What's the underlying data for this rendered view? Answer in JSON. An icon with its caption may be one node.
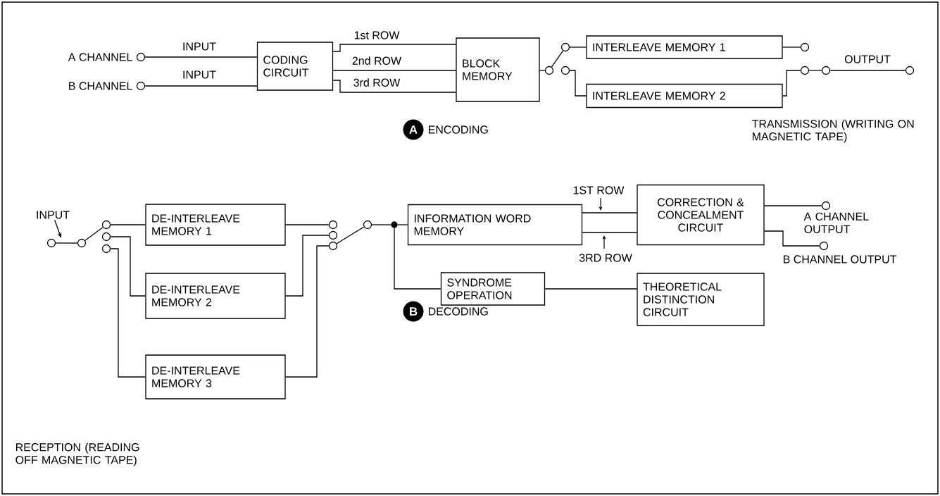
{
  "diagram": {
    "nodes": [
      {
        "text": [],
        "shape": "circle",
        "beside": [
          "A CHANNEL"
        ]
      },
      {
        "text": [],
        "shape": "circle",
        "beside": [
          "B CHANNEL"
        ]
      },
      {
        "text": [
          "CODING CIRCUIT"
        ]
      },
      {
        "text": [
          "BLOCK MEMORY"
        ]
      },
      {
        "text": [],
        "shape": "circle"
      },
      {
        "text": [],
        "shape": "circle"
      },
      {
        "text": [],
        "shape": "circle"
      },
      {
        "text": [
          "INTERLEAVE MEMORY 1"
        ]
      },
      {
        "text": [
          "INTERLEAVE MEMORY 2"
        ]
      },
      {
        "text": [],
        "shape": "circle"
      },
      {
        "text": [],
        "shape": "circle"
      },
      {
        "text": [],
        "shape": "circle"
      },
      {
        "text": [],
        "shape": "circle"
      },
      {
        "text": [
          "INPUT"
        ]
      },
      {
        "text": [],
        "shape": "circle"
      },
      {
        "text": [],
        "shape": "circle"
      },
      {
        "text": [],
        "shape": "circle"
      },
      {
        "text": [],
        "shape": "circle"
      },
      {
        "text": [],
        "shape": "circle"
      },
      {
        "text": [
          "DE-INTERLEAVE MEMORY 1"
        ]
      },
      {
        "text": [
          "DE-INTERLEAVE MEMORY 2"
        ]
      },
      {
        "text": [
          "DE-INTERLEAVE MEMORY 3"
        ]
      },
      {
        "text": [],
        "shape": "circle"
      },
      {
        "text": [],
        "shape": "circle"
      },
      {
        "text": [],
        "shape": "circle"
      },
      {
        "text": [],
        "shape": "circle"
      },
      {
        "text": [],
        "shape": "dot"
      },
      {
        "text": [
          "INFORMATION WORD MEMORY"
        ]
      },
      {
        "text": [
          "CORRECTION & CONCEALMENT CIRCUIT"
        ]
      },
      {
        "text": [],
        "shape": "circle",
        "beside": [
          "A CHANNEL OUTPUT"
        ]
      },
      {
        "text": [],
        "shape": "circle",
        "beside": [
          "B CHANNEL OUTPUT"
        ]
      },
      {
        "text": [
          "SYNDROME OPERATION"
        ]
      },
      {
        "text": [
          "THEORETICAL DISTINCTION CIRCUIT"
        ]
      }
    ],
    "edges": [
      {
        "from": 0,
        "to": 2,
        "arrow": "none",
        "label": "INPUT"
      },
      {
        "from": 1,
        "to": 2,
        "arrow": "none",
        "label": "INPUT"
      },
      {
        "from": 2,
        "to": 3,
        "arrow": "none",
        "label": "1st ROW"
      },
      {
        "from": 2,
        "to": 3,
        "arrow": "none",
        "label": "2nd ROW"
      },
      {
        "from": 2,
        "to": 3,
        "arrow": "none",
        "label": "3rd ROW"
      },
      {
        "from": 3,
        "to": 4,
        "arrow": "none"
      },
      {
        "from": 4,
        "to": 5,
        "arrow": "none"
      },
      {
        "from": 5,
        "to": 7,
        "arrow": "none"
      },
      {
        "from": 6,
        "to": 8,
        "arrow": "none"
      },
      {
        "from": 7,
        "to": 9,
        "arrow": "none"
      },
      {
        "from": 8,
        "to": 10,
        "arrow": "none"
      },
      {
        "from": 10,
        "to": 11,
        "arrow": "none"
      },
      {
        "from": 11,
        "to": 12,
        "arrow": "none",
        "label": "OUTPUT"
      },
      {
        "from": 13,
        "to": null,
        "arrow": "to"
      },
      {
        "from": 14,
        "to": 15,
        "arrow": "none"
      },
      {
        "from": 15,
        "to": 16,
        "arrow": "none"
      },
      {
        "from": 16,
        "to": 19,
        "arrow": "none"
      },
      {
        "from": 17,
        "to": 20,
        "arrow": "none"
      },
      {
        "from": 18,
        "to": 21,
        "arrow": "none"
      },
      {
        "from": 19,
        "to": 22,
        "arrow": "none"
      },
      {
        "from": 20,
        "to": 23,
        "arrow": "none"
      },
      {
        "from": 21,
        "to": 24,
        "arrow": "none"
      },
      {
        "from": 24,
        "to": 25,
        "arrow": "none"
      },
      {
        "from": 25,
        "to": 26,
        "arrow": "none"
      },
      {
        "from": 26,
        "to": 27,
        "arrow": "none"
      },
      {
        "from": 26,
        "to": 31,
        "arrow": "none"
      },
      {
        "from": 27,
        "to": 28,
        "arrow": "none",
        "label": "1ST ROW"
      },
      {
        "from": 27,
        "to": 28,
        "arrow": "none",
        "label": "3RD ROW"
      },
      {
        "from": 28,
        "to": 29,
        "arrow": "none"
      },
      {
        "from": 28,
        "to": 30,
        "arrow": "none"
      },
      {
        "from": 31,
        "to": 32,
        "arrow": "none"
      }
    ],
    "labels": [
      "A",
      "ENCODING",
      "TRANSMISSION (WRITING ON MAGNETIC TAPE)",
      "B",
      "DECODING",
      "RECEPTION (READING OFF MAGNETIC TAPE)"
    ]
  }
}
